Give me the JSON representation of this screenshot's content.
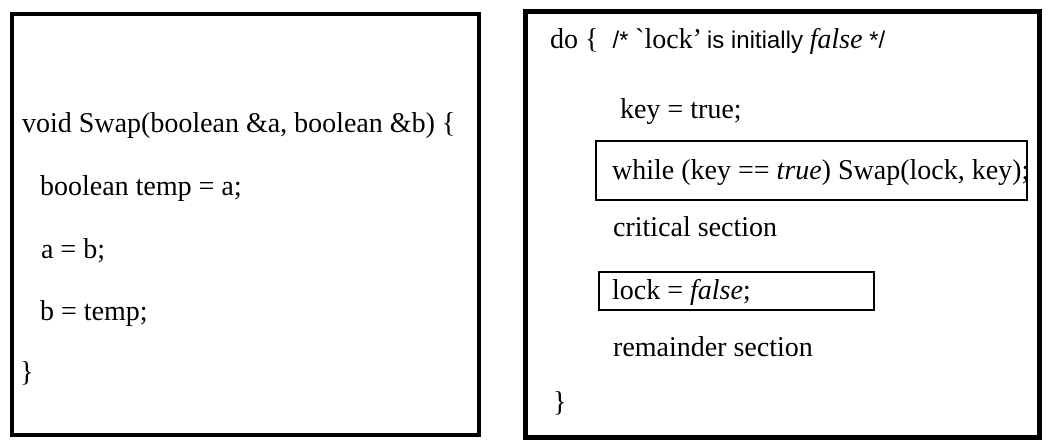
{
  "colors": {
    "text": "#000000",
    "border": "#000000",
    "background": "#ffffff"
  },
  "swap_function_panel": {
    "line_declaration": "void Swap(boolean &a, boolean &b) {",
    "line_temp": "boolean temp = a;",
    "line_a_assign": "a = b;",
    "line_b_assign": "b = temp;",
    "line_close": "}"
  },
  "algorithm_panel": {
    "do_line": {
      "segments": [
        {
          "text": "do {  ",
          "style": "serif"
        },
        {
          "text": "/* ",
          "style": "sans"
        },
        {
          "text": "`lock’ ",
          "style": "serif"
        },
        {
          "text": "is initially ",
          "style": "sans"
        },
        {
          "text": "false",
          "style": "serif-italic"
        },
        {
          "text": " */",
          "style": "sans"
        }
      ]
    },
    "key_line": "key = true;",
    "while_line": {
      "segments": [
        {
          "text": "while (key == ",
          "style": "serif"
        },
        {
          "text": "true",
          "style": "serif-italic"
        },
        {
          "text": ") Swap(lock, key);",
          "style": "serif"
        }
      ]
    },
    "critical_line": "critical section",
    "lock_line": {
      "segments": [
        {
          "text": "lock = ",
          "style": "serif"
        },
        {
          "text": "false",
          "style": "serif-italic"
        },
        {
          "text": ";",
          "style": "serif"
        }
      ]
    },
    "remainder_line": "remainder section",
    "close_line": "}"
  }
}
